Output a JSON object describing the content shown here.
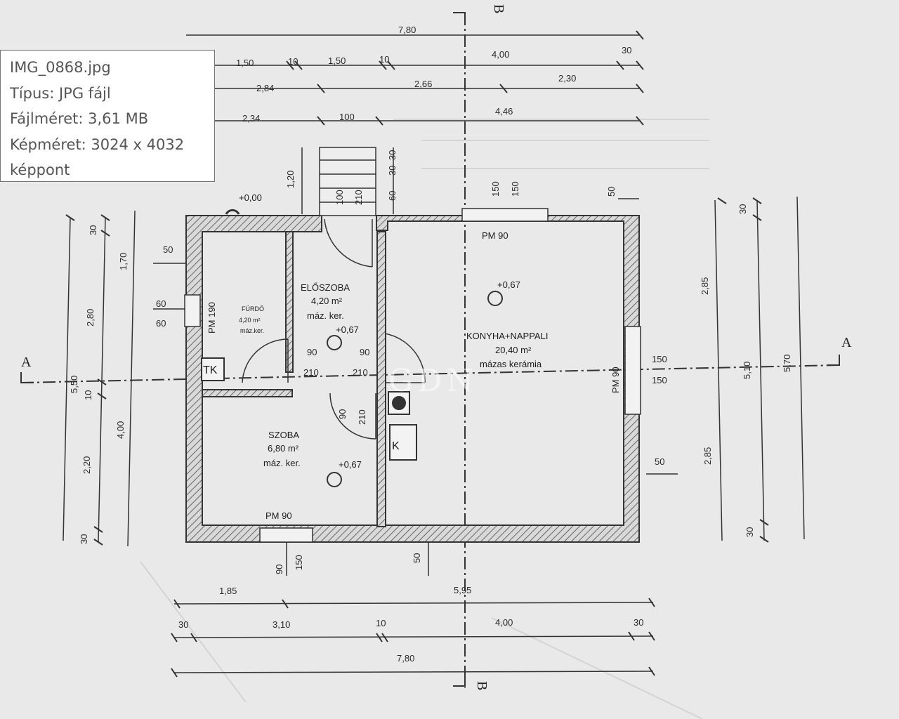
{
  "tooltip": {
    "filename": "IMG_0868.jpg",
    "type": "Típus: JPG fájl",
    "size": "Fájlméret: 3,61 MB",
    "dims": "Képméret: 3024 x 4032",
    "unit": "képpont"
  },
  "plan": {
    "rooms": {
      "eloszoba": {
        "name": "ELŐSZOBA",
        "area": "4,20 m²",
        "floor": "máz. ker.",
        "level": "+0,67"
      },
      "furdo": {
        "name": "FÜRDŐ",
        "area": "4,20 m²",
        "floor": "máz.ker."
      },
      "konyha": {
        "name": "KONYHA+NAPPALI",
        "area": "20,40 m²",
        "floor": "mázas kerámia",
        "level": "+0,67"
      },
      "szoba": {
        "name": "SZOBA",
        "area": "6,80 m²",
        "floor": "máz. ker.",
        "level": "+0,67"
      }
    },
    "entrance_level": "+0,00",
    "tk": "TK",
    "k": "K",
    "section_a": "A",
    "section_b": "B",
    "watermark": "GDN",
    "window_labels": {
      "pm90_kitchen": "PM 90",
      "pm90_room": "PM 90",
      "pm190": "PM 190",
      "pm90_right": "PM 90"
    },
    "top_dims": {
      "total": "7,80",
      "r2": [
        "1,50",
        "10",
        "1,50",
        "10",
        "4,00",
        "30"
      ],
      "r3": [
        "2,84",
        "2,66",
        "2,30"
      ],
      "r4": [
        "2,34",
        "100",
        "4,46"
      ]
    },
    "bottom_dims": {
      "r1": [
        "1,85",
        "5,95"
      ],
      "r2": [
        "30",
        "3,10",
        "10",
        "4,00",
        "30"
      ],
      "total": "7,80"
    },
    "left_dims": {
      "outer": "5,50",
      "c1": [
        "30",
        "2,80",
        "10",
        "2,20",
        "30"
      ],
      "c2": [
        "1,70",
        "4,00"
      ]
    },
    "right_dims": {
      "c1": [
        "2,85",
        "2,85"
      ],
      "c2": [
        "30",
        "5,10",
        "30"
      ],
      "c3": "5,70"
    },
    "misc": {
      "stair_h": "1,20",
      "stair_top": "30",
      "stair_mid": "30",
      "stair_bot": "60",
      "door_100": "100",
      "door_210": "210",
      "w150a": "150",
      "w150b": "150",
      "w50_top": "50",
      "w50_left": "50",
      "w60a": "60",
      "w60b": "60",
      "d90a": "90",
      "d90b": "90",
      "d210a": "210",
      "d210b": "210",
      "d90c": "90",
      "d210c": "210",
      "r150a": "150",
      "r150b": "150",
      "r50": "50",
      "b90": "90",
      "b150": "150",
      "b50": "50"
    }
  }
}
